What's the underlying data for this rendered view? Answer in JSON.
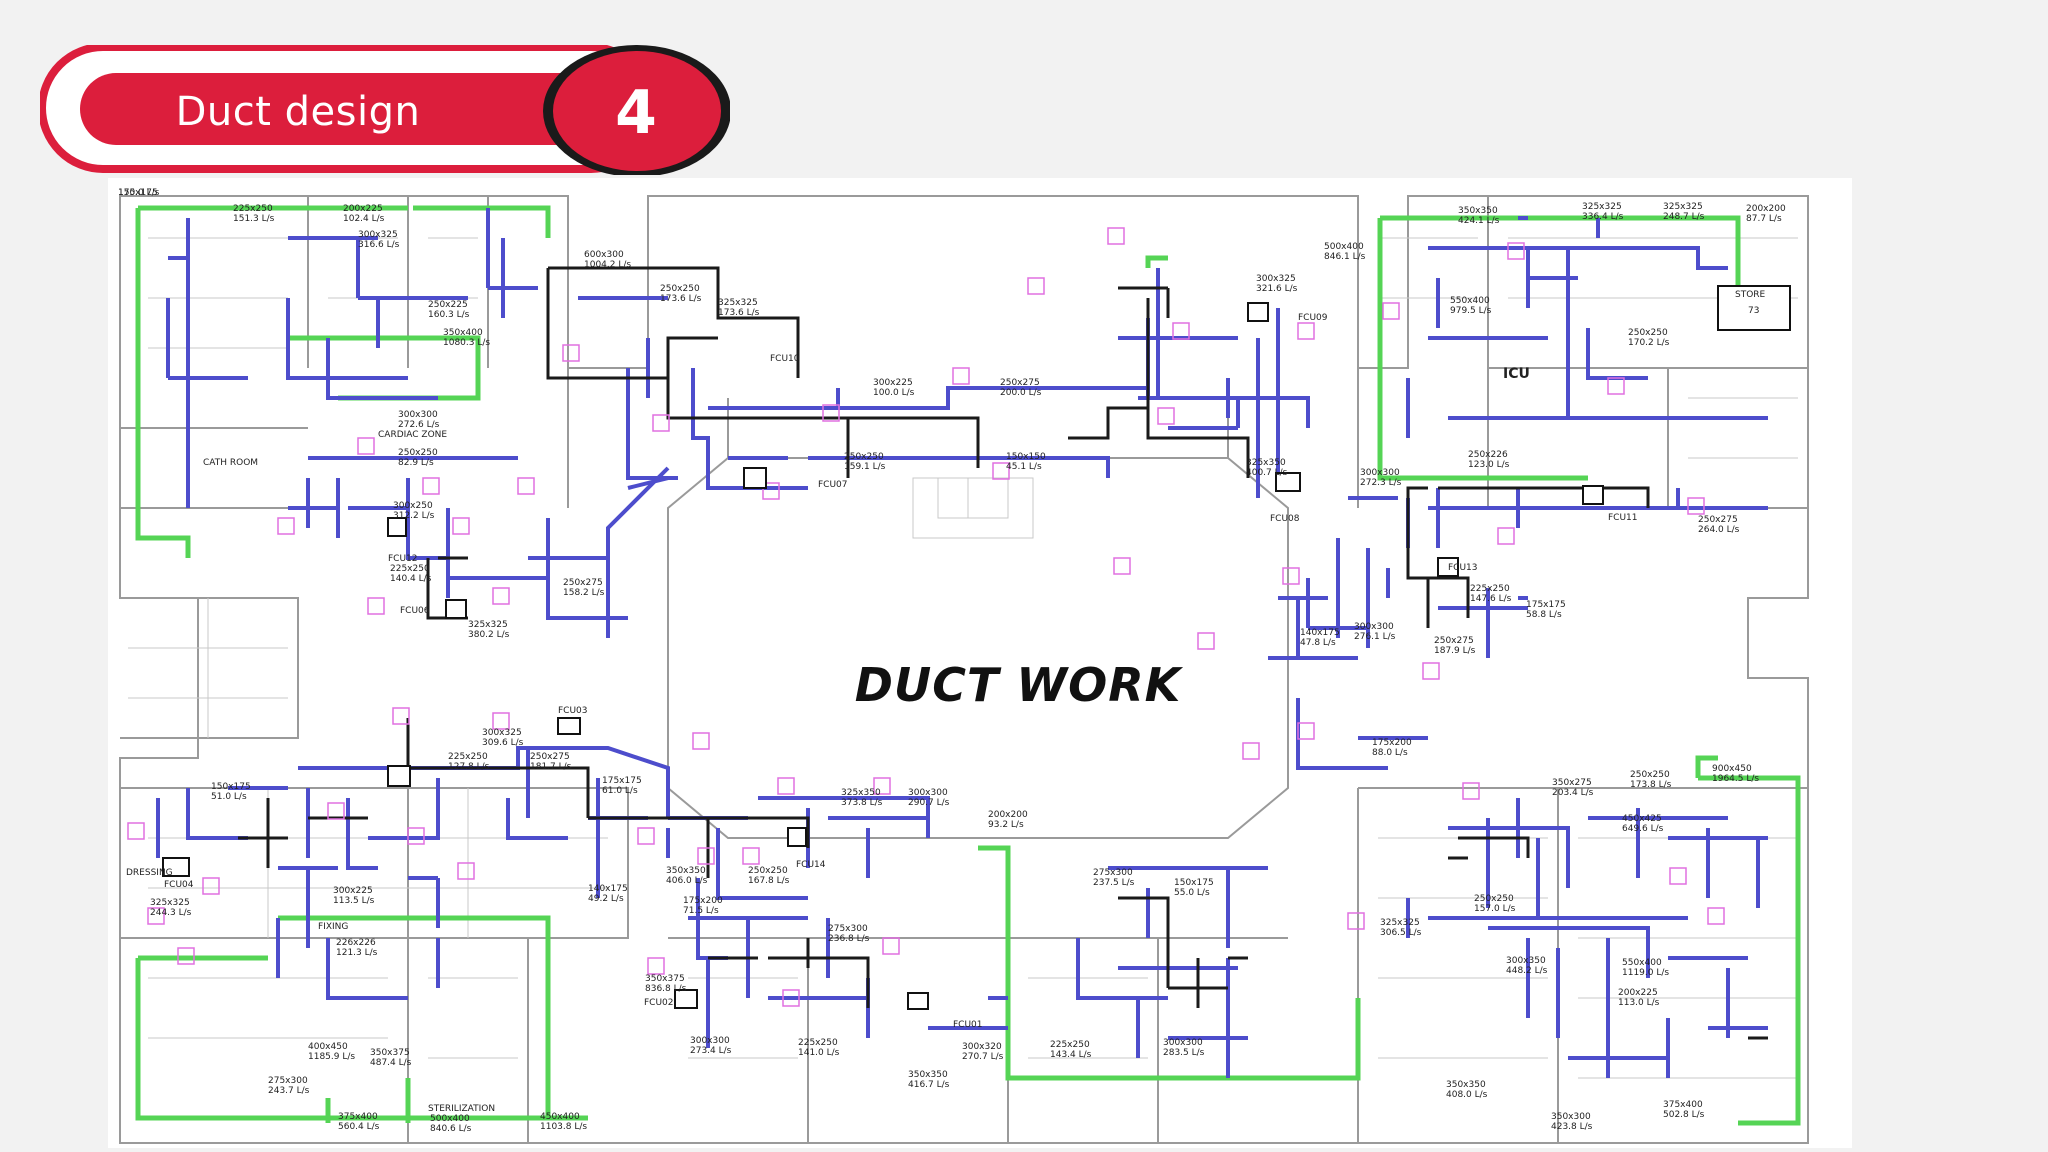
{
  "slide": {
    "title": "Duct design",
    "number": "4"
  },
  "drawing": {
    "heading": "DUCT WORK",
    "room_labels": {
      "icu": "ICU",
      "store": "STORE",
      "store_no": "73",
      "cath_room": "CATH ROOM",
      "cardiac_zone": "CARDIAC ZONE",
      "fixing": "FIXING",
      "sterilization": "STERILIZATION",
      "dressing": "DRESSING"
    },
    "units": {
      "fcu10": "FCU10",
      "fcu07": "FCU07",
      "fcu08": "FCU08",
      "fcu09": "FCU09",
      "fcu11": "FCU11",
      "fcu13": "FCU13",
      "fcu12": "FCU12",
      "fcu06": "FCU06",
      "fcu03": "FCU03",
      "fcu14": "FCU14",
      "fcu04": "FCU04",
      "fcu02": "FCU02",
      "fcu01": "FCU01"
    },
    "duct_tags": {
      "t01": "225x250",
      "t02": "151.3 L/s",
      "t03": "200x225",
      "t04": "102.4 L/s",
      "t05": "300x325",
      "t06": "316.6 L/s",
      "t07": "600x300",
      "t08": "1004.2 L/s",
      "t09": "250x250",
      "t10": "173.6 L/s",
      "t11": "325x325",
      "t12": "173.6 L/s",
      "t13": "250x225",
      "t14": "160.3 L/s",
      "t15": "350x400",
      "t16": "1080.3 L/s",
      "t17": "300x300",
      "t18": "272.6 L/s",
      "t19": "250x250",
      "t20": "82.9 L/s",
      "t21": "300x250",
      "t22": "312.2 L/s",
      "t23": "225x250",
      "t24": "140.4 L/s",
      "t25": "325x325",
      "t26": "380.2 L/s",
      "t27": "250x275",
      "t28": "158.2 L/s",
      "t29": "300x225",
      "t30": "100.0 L/s",
      "t31": "250x275",
      "t32": "200.0 L/s",
      "t33": "250x250",
      "t34": "159.1 L/s",
      "t35": "150x150",
      "t36": "45.1 L/s",
      "t37": "300x325",
      "t38": "321.6 L/s",
      "t39": "500x400",
      "t40": "846.1 L/s",
      "t41": "350x350",
      "t42": "424.1 L/s",
      "t43": "325x325",
      "t44": "336.4 L/s",
      "t45": "325x325",
      "t46": "248.7 L/s",
      "t47": "200x200",
      "t48": "87.7 L/s",
      "t49": "550x400",
      "t50": "979.5 L/s",
      "t51": "250x250",
      "t52": "170.2 L/s",
      "t53": "250x226",
      "t54": "123.0 L/s",
      "t55": "325x350",
      "t56": "400.7 L/s",
      "t57": "300x300",
      "t58": "272.3 L/s",
      "t59": "250x275",
      "t60": "264.0 L/s",
      "t61": "225x250",
      "t62": "147.6 L/s",
      "t63": "175x175",
      "t64": "58.8 L/s",
      "t65": "140x175",
      "t66": "47.8 L/s",
      "t67": "300x300",
      "t68": "276.1 L/s",
      "t69": "250x275",
      "t70": "187.9 L/s",
      "t71": "175x200",
      "t72": "88.0 L/s",
      "t73": "300x325",
      "t74": "309.6 L/s",
      "t75": "225x250",
      "t76": "127.8 L/s",
      "t77": "250x275",
      "t78": "181.7 L/s",
      "t79": "175x175",
      "t80": "61.0 L/s",
      "t81": "325x350",
      "t82": "373.8 L/s",
      "t83": "300x300",
      "t84": "290.7 L/s",
      "t85": "200x200",
      "t86": "93.2 L/s",
      "t87": "250x250",
      "t88": "173.8 L/s",
      "t89": "900x450",
      "t90": "1964.5 L/s",
      "t91": "350x275",
      "t92": "203.4 L/s",
      "t93": "450x425",
      "t94": "649.6 L/s",
      "t95": "150x175",
      "t96": "51.0 L/s",
      "t97": "325x325",
      "t98": "244.3 L/s",
      "t99": "300x225",
      "t100": "113.5 L/s",
      "t101": "226x226",
      "t102": "121.3 L/s",
      "t103": "400x450",
      "t104": "1185.9 L/s",
      "t105": "350x375",
      "t106": "487.4 L/s",
      "t107": "275x300",
      "t108": "243.7 L/s",
      "t109": "375x400",
      "t110": "560.4 L/s",
      "t111": "500x400",
      "t112": "840.6 L/s",
      "t113": "450x400",
      "t114": "1103.8 L/s",
      "t115": "350x375",
      "t116": "836.8 L/s",
      "t117": "300x300",
      "t118": "273.4 L/s",
      "t119": "225x250",
      "t120": "141.0 L/s",
      "t121": "350x350",
      "t122": "416.7 L/s",
      "t123": "300x320",
      "t124": "270.7 L/s",
      "t125": "225x250",
      "t126": "143.4 L/s",
      "t127": "275x300",
      "t128": "237.5 L/s",
      "t129": "300x300",
      "t130": "283.5 L/s",
      "t131": "325x325",
      "t132": "306.5 L/s",
      "t133": "250x250",
      "t134": "157.0 L/s",
      "t135": "300x350",
      "t136": "448.2 L/s",
      "t137": "550x400",
      "t138": "1119.0 L/s",
      "t139": "200x225",
      "t140": "113.0 L/s",
      "t141": "350x350",
      "t142": "408.0 L/s",
      "t143": "350x300",
      "t144": "423.8 L/s",
      "t145": "375x400",
      "t146": "502.8 L/s",
      "t147": "350x350",
      "t148": "406.0 L/s",
      "t149": "140x175",
      "t150": "49.2 L/s",
      "t151": "175x200",
      "t152": "71.5 L/s",
      "t153": "250x250",
      "t154": "167.8 L/s",
      "t155": "150x175",
      "t156": "55.0 L/s",
      "t157": "275x300",
      "t158": "236.8 L/s",
      "t159": "175x175",
      "t160": "150.0 L/s"
    }
  }
}
